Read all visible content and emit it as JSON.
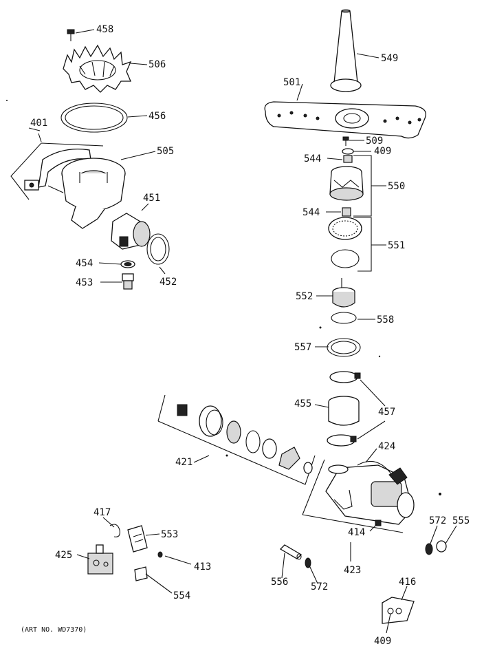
{
  "callouts": {
    "p458": "458",
    "p506": "506",
    "p456": "456",
    "p401": "401",
    "p505": "505",
    "p451": "451",
    "p454": "454",
    "p453": "453",
    "p452": "452",
    "p549": "549",
    "p501": "501",
    "p509": "509",
    "p409a": "409",
    "p544a": "544",
    "p550": "550",
    "p544b": "544",
    "p551": "551",
    "p552": "552",
    "p558": "558",
    "p557": "557",
    "p455": "455",
    "p457": "457",
    "p421": "421",
    "p424": "424",
    "p417": "417",
    "p553": "553",
    "p425": "425",
    "p413": "413",
    "p554": "554",
    "p414": "414",
    "p423": "423",
    "p572a": "572",
    "p555": "555",
    "p556": "556",
    "p572b": "572",
    "p416": "416",
    "p409b": "409"
  },
  "art_no": "(ART NO. WD7370)"
}
